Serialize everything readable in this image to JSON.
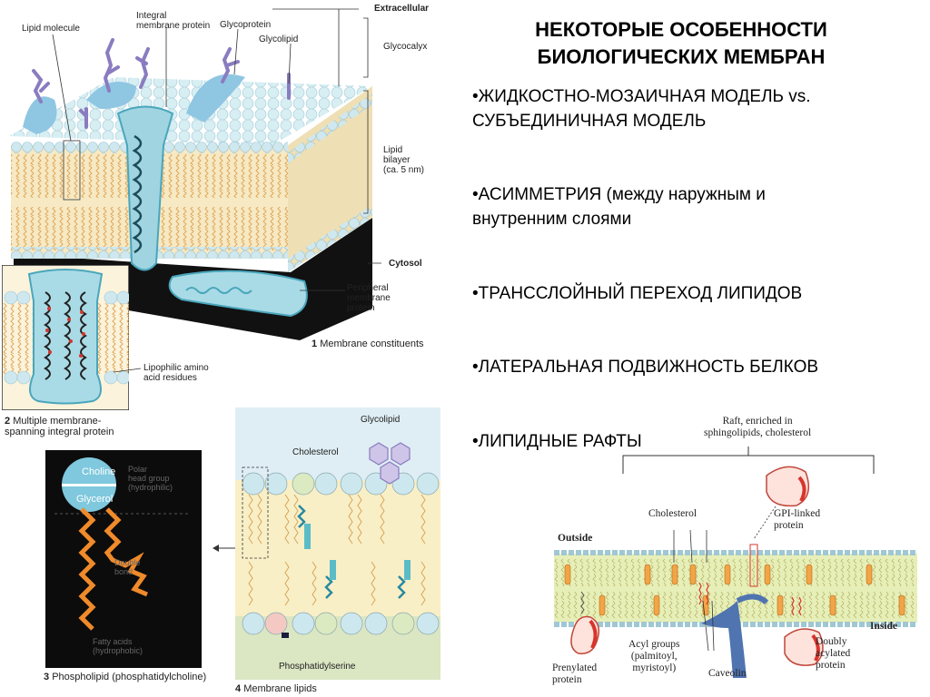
{
  "slide": {
    "title_line1": "НЕКОТОРЫЕ ОСОБЕННОСТИ",
    "title_line2": "БИОЛОГИЧЕСКИХ МЕМБРАН",
    "bullets": [
      {
        "line1": "•ЖИДКОСТНО-МОЗАИЧНАЯ МОДЕЛЬ vs.",
        "line2": "СУБЪЕДИНИЧНАЯ МОДЕЛЬ"
      },
      {
        "line1": "•АСИММЕТРИЯ (между наружным и",
        "line2": "внутренним слоями"
      },
      {
        "line1": "•ТРАНССЛОЙНЫЙ ПЕРЕХОД ЛИПИДОВ",
        "line2": ""
      },
      {
        "line1": "•ЛАТЕРАЛЬНАЯ ПОДВИЖНОСТЬ БЕЛКОВ",
        "line2": ""
      },
      {
        "line1": "•ЛИПИДНЫЕ РАФТЫ",
        "line2": ""
      }
    ]
  },
  "fig1": {
    "labels": {
      "extracellular": "Extracellular",
      "lipid_molecule": "Lipid molecule",
      "integral_protein": "Integral\nmembrane protein",
      "glycoprotein": "Glycoprotein",
      "glycolipid": "Glycolipid",
      "glycocalyx": "Glycocalyx",
      "lipid_bilayer": "Lipid\nbilayer\n(ca. 5 nm)",
      "cytosol": "Cytosol",
      "peripheral": "Peripheral\nmembrane\nprotein"
    },
    "caption_num": "1",
    "caption": "Membrane constituents"
  },
  "fig2": {
    "lipophilic": "Lipophilic amino\nacid residues",
    "caption_num": "2",
    "caption": "Multiple membrane-\nspanning integral protein"
  },
  "fig3": {
    "choline": "Choline",
    "glycerol": "Glycerol",
    "polar_head": "Polar\nhead group\n(hydrophilic)",
    "double_bond": "Double\nbond",
    "fatty_acids": "Fatty acids\n(hydrophobic)",
    "caption_num": "3",
    "caption": "Phospholipid (phosphatidylcholine)"
  },
  "fig4": {
    "glycolipid": "Glycolipid",
    "cholesterol": "Cholesterol",
    "phosphatidylserine": "Phosphatidylserine",
    "caption_num": "4",
    "caption": "Membrane lipids"
  },
  "raft": {
    "header": "Raft, enriched in\nsphingolipids, cholesterol",
    "outside": "Outside",
    "inside": "Inside",
    "cholesterol": "Cholesterol",
    "gpi": "GPI-linked\nprotein",
    "prenylated": "Prenylated\nprotein",
    "acyl": "Acyl groups\n(palmitoyl,\nmyristoyl)",
    "caveolin": "Caveolin",
    "doubly": "Doubly\nacylated\nprotein"
  },
  "colors": {
    "head_blue": "#bfe3ee",
    "membrane_yellow": "#f2e7b8",
    "bilayer_green": "#dfe9b0",
    "glyco_purple": "#9b8cc4",
    "protein_teal": "#7cc6d6",
    "cytosol_black": "#111111",
    "fatty_orange": "#f08a2a",
    "protein_red": "#e05a4a",
    "caveolin_blue": "#4f74b0"
  }
}
